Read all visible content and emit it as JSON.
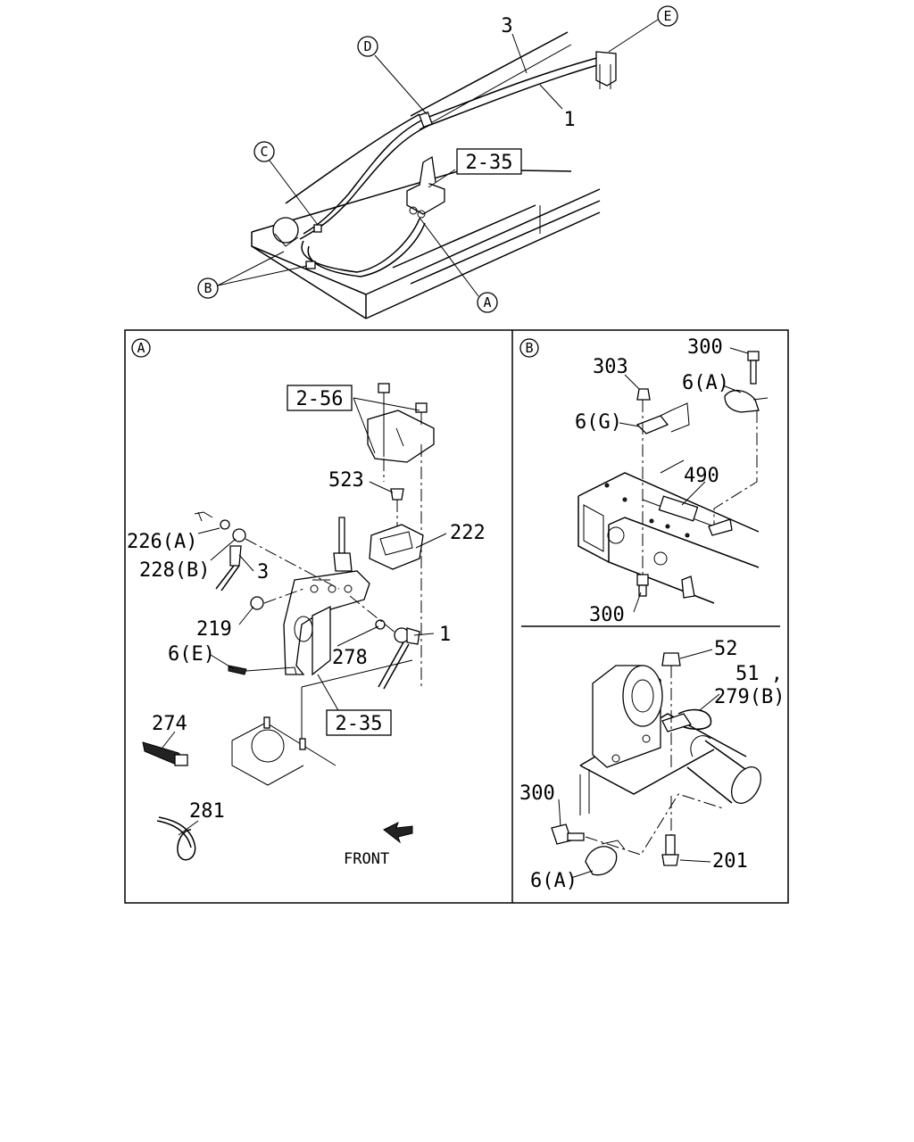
{
  "top": {
    "callouts": {
      "E": "E",
      "D": "D",
      "C": "C",
      "B": "B",
      "A": "A"
    },
    "part_3": "3",
    "part_1": "1",
    "ref_2_35": "2-35"
  },
  "panelA": {
    "tag": "A",
    "ref_2_56": "2-56",
    "p523": "523",
    "p222": "222",
    "p226": "226(A)",
    "p228": "228(B)",
    "p3": "3",
    "p219": "219",
    "p1": "1",
    "p6e": "6(E)",
    "p278": "278",
    "ref_2_35": "2-35",
    "p274": "274",
    "p281": "281",
    "front": "FRONT"
  },
  "panelB": {
    "tag": "B",
    "p300a": "300",
    "p303": "303",
    "p6a": "6(A)",
    "p6g": "6(G)",
    "p490": "490",
    "p300b": "300"
  },
  "panelC": {
    "p52": "52",
    "p51": "51 ,",
    "p279": "279(B)",
    "p300": "300",
    "p201": "201",
    "p6a": "6(A)"
  }
}
